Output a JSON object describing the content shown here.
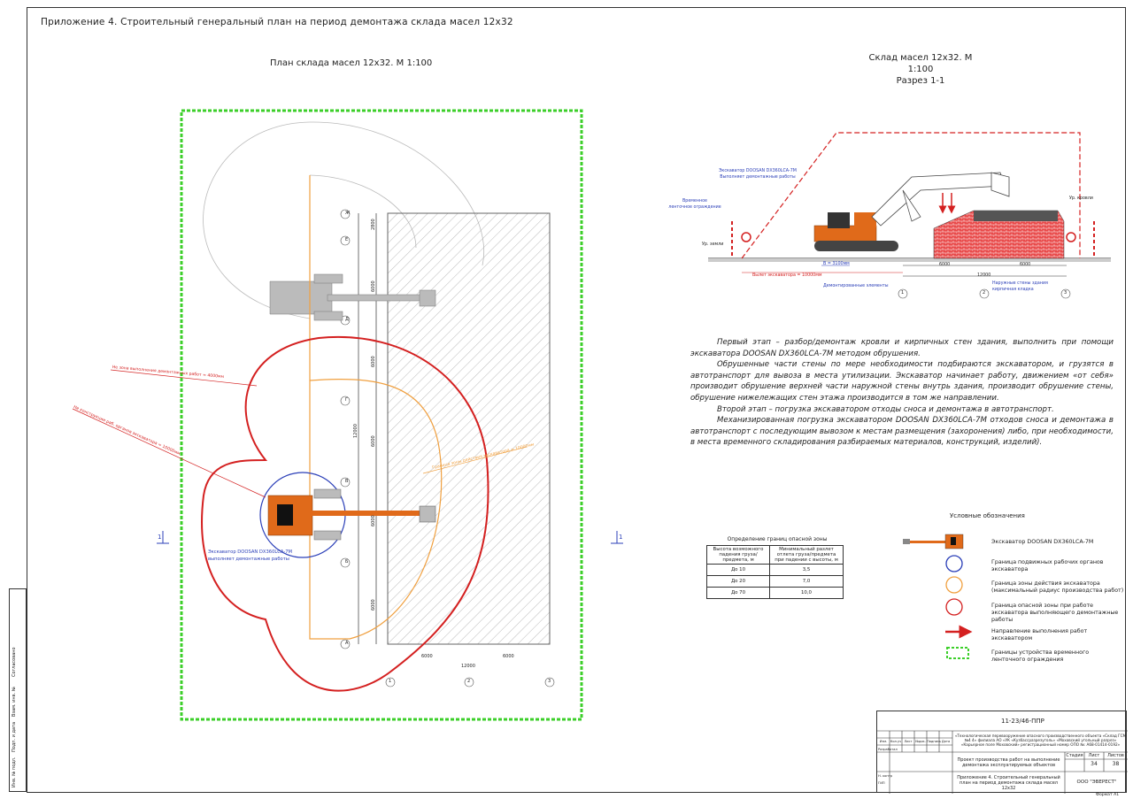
{
  "sheet": {
    "title": "Приложение 4. Строительный генеральный план на период демонтажа склада масел 12х32",
    "plan_title": "План склада масел 12х32. М 1:100",
    "section_title_1": "Склад масел 12х32. М 1:100",
    "section_title_2": "Разрез 1-1"
  },
  "plan": {
    "axes_letters": [
      "Ж",
      "Е",
      "Д",
      "Г",
      "В",
      "Б",
      "А"
    ],
    "axes_numbers": [
      "1",
      "2",
      "3"
    ],
    "dims_vertical": [
      "2800",
      "6000",
      "6000",
      "12000",
      "6000",
      "6000",
      "6000"
    ],
    "dims_horizontal": [
      "6000",
      "6000",
      "12000"
    ],
    "section_mark": "1",
    "label_danger_zone": "Не зона выполнения демонтажных работ = 4000мм",
    "label_radius": "Не конструкции раб. органов экскаватора = 10000мм",
    "label_excavator_1": "Экскаватор DOOSAN DX360LCA-7M",
    "label_excavator_2": "выполняет демонтажные работы",
    "label_orange": "Граница зоны действия экскаватора = 10000мм"
  },
  "section": {
    "label_fence_1": "Временное",
    "label_fence_2": "ленточное ограждение",
    "label_exc_1": "Экскаватор DOOSAN DX360LCA-7M",
    "label_exc_2": "Выполняет демонтажные работы",
    "label_ground": "Ур. земли",
    "label_roof": "Ур. кровли",
    "label_reach": "Вылет экскаватора = 10000мм",
    "label_dist": "В = 3100мм",
    "label_elements": "Демонтированные элементы",
    "label_walls_1": "Наружные стены здания",
    "label_walls_2": "кирпичная кладка",
    "dims": [
      "6000",
      "6000",
      "12000"
    ],
    "axes": [
      "1",
      "2",
      "3"
    ]
  },
  "description": {
    "p1": "Первый этап – разбор/демонтаж кровли и кирпичных стен здания, выполнить при помощи экскаватора DOOSAN DX360LCA-7M методом обрушения.",
    "p2": "Обрушенные части стены по мере необходимости подбираются экскаватором, и грузятся в автотранспорт для вывоза в места утилизации. Экскаватор начинает работу, движением «от себя» производит обрушение верхней части наружной стены внутрь здания, производит обрушение стены, обрушение нижележащих стен этажа производится в том же направлении.",
    "p3": "Второй этап – погрузка экскаватором отходы сноса и демонтажа в автотранспорт.",
    "p4": "Механизированная погрузка экскаватором DOOSAN DX360LCA-7M отходов сноса и демонтажа в автотранспорт с последующим вывозом к местам размещения (захоронения) либо, при необходимости, в места временного складирования разбираемых материалов, конструкций, изделий)."
  },
  "legend": {
    "title": "Условные обозначения",
    "items": [
      "Экскаватор DOOSAN DX360LCA-7M",
      "Граница подвижных рабочих органов экскаватора",
      "Граница зоны действия экскаватора (максимальный радиус производства работ)",
      "Граница опасной зоны при работе экскаватора выполняющего демонтажные работы",
      "Направление выполнения работ экскаватором",
      "Границы устройства временного ленточного ограждения"
    ],
    "colors": {
      "blue": "#2b3fb8",
      "orange": "#f0a040",
      "red": "#d42020",
      "green": "#3ccf2a",
      "excavator": "#e06a1a"
    }
  },
  "danger_table": {
    "title": "Определение границ опасной зоны",
    "headers": [
      "Высота возможного падения груза/предмета, м",
      "Минимальный разлет отлета груза/предмета при падении с высоты, м"
    ],
    "rows": [
      [
        "До 10",
        "3,5"
      ],
      [
        "До 20",
        "7,0"
      ],
      [
        "До 70",
        "10,0"
      ]
    ]
  },
  "stamp": {
    "code": "11-23/46-ППР",
    "object": "«Технологическая перевооружение опасного производственного объекта «Склад ГСМ №4 4» филиала АО «УК «Кузбассразрезуголь» «Моховский угольный разрез» «Карьерное поле Моховский» регистрационный номер ОПО №: А68-01414-0192»",
    "project": "Проект производства работ на выполнение демонтажа эксплуатируемых объектов",
    "sheet_name": "Приложение 4. Строительный генеральный план на период демонтажа склада масел 12х32",
    "company": "ООО \"ЭВЕРЕСТ\"",
    "stage_label": "Стадия",
    "sheet_label": "Лист",
    "sheets_label": "Листов",
    "sheet_no": "34",
    "sheets_no": "38",
    "format": "Формат А1",
    "cols": [
      "Изм.",
      "Кол.уч",
      "Лист",
      "№док.",
      "Подпись",
      "Дата"
    ],
    "roles": [
      "Разработал",
      "",
      "",
      "Н. контр",
      "ГИП"
    ]
  },
  "side": {
    "labels": [
      "Согласовано",
      "Взам. инв. №",
      "Подп. и дата",
      "Инв. № подл."
    ]
  }
}
